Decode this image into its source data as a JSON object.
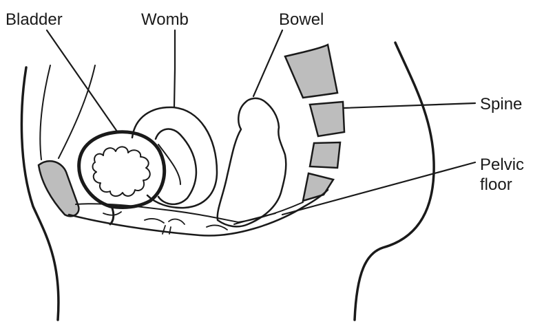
{
  "labels": {
    "bladder": "Bladder",
    "womb": "Womb",
    "bowel": "Bowel",
    "spine": "Spine",
    "pelvic_floor_line1": "Pelvic",
    "pelvic_floor_line2": "floor"
  },
  "colors": {
    "ink": "#1a1a1a",
    "bone_fill": "#bdbdbd",
    "background": "#ffffff"
  }
}
